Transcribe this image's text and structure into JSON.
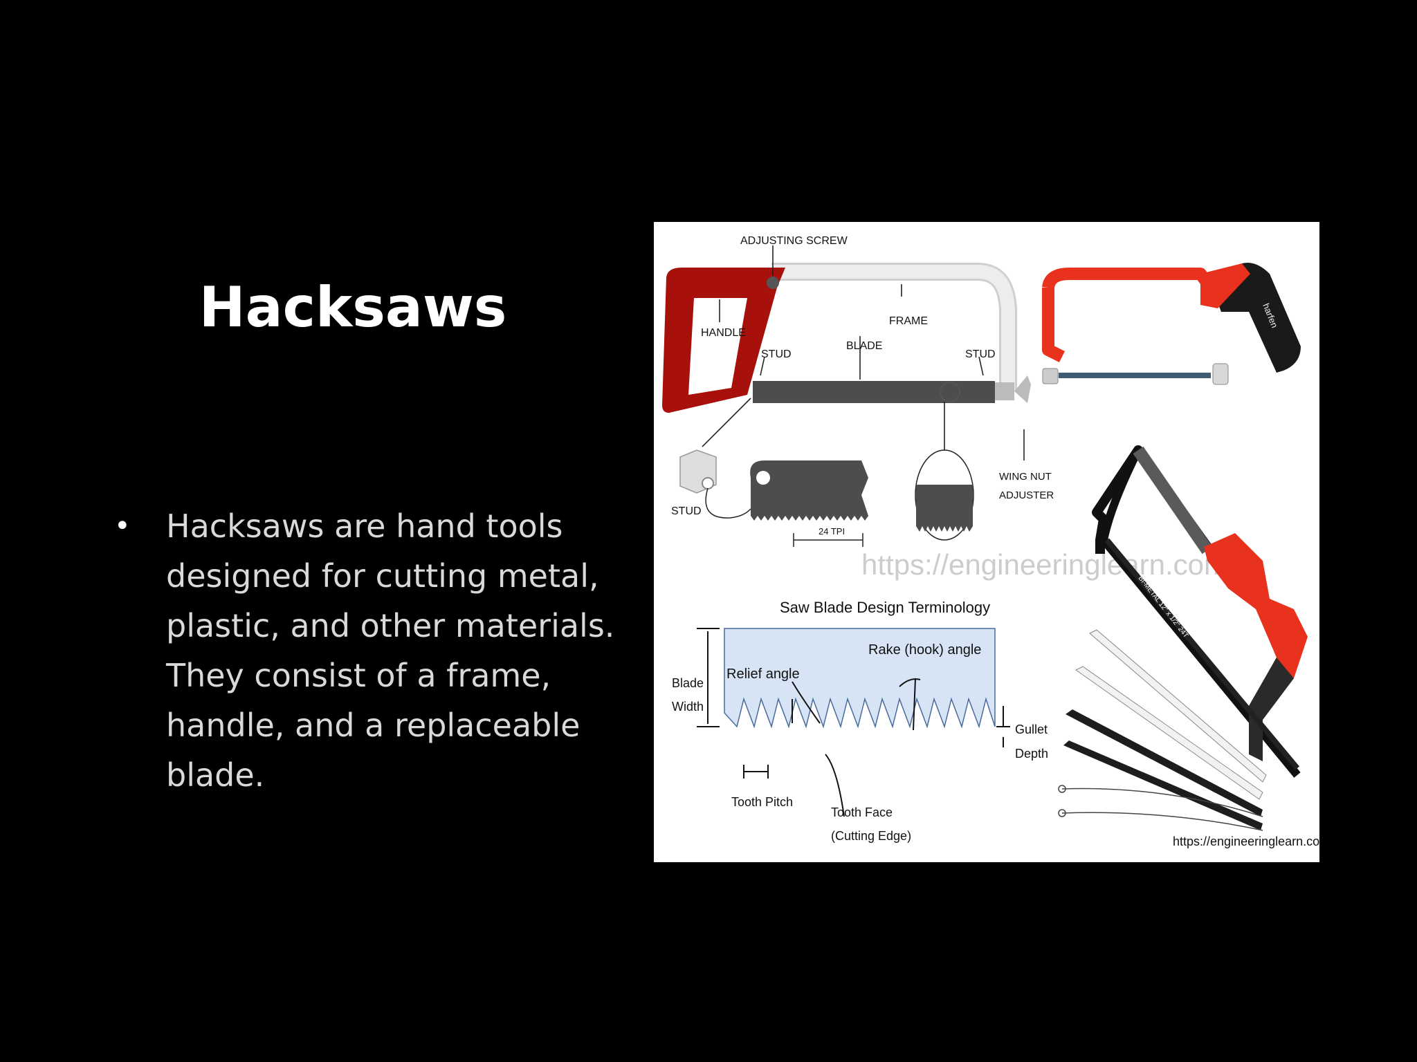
{
  "slide": {
    "title": "Hacksaws",
    "bullets": [
      "Hacksaws are hand tools designed for cutting metal, plastic, and other materials. They consist of a frame, handle, and a replaceable blade."
    ]
  },
  "figure": {
    "labels": {
      "adjusting_screw": "ADJUSTING SCREW",
      "handle": "HANDLE",
      "frame": "FRAME",
      "blade": "BLADE",
      "stud_left": "STUD",
      "stud_right": "STUD",
      "stud_detail": "STUD",
      "wing_nut_line1": "WING NUT",
      "wing_nut_line2": "ADJUSTER",
      "tpi": "24 TPI",
      "terminology_title": "Saw Blade Design Terminology",
      "relief_angle": "Relief angle",
      "rake_angle": "Rake (hook) angle",
      "blade_width_line1": "Blade",
      "blade_width_line2": "Width",
      "gullet_line1": "Gullet",
      "gullet_line2": "Depth",
      "tooth_pitch": "Tooth Pitch",
      "tooth_face_line1": "Tooth Face",
      "tooth_face_line2": "(Cutting Edge)",
      "brand": "harfen",
      "blade_marking": "BI-METAL 12\" x 1/2\" 24T",
      "watermark": "https://engineeringlearn.com",
      "credit": "https://engineeringlearn.com"
    },
    "colors": {
      "handle_dark_red": "#a8100c",
      "handle_bright_red": "#e8321e",
      "frame_gray": "#e6e6e6",
      "blade_gray": "#4d4d4d",
      "diagram_blue": "#d6e4f5",
      "handle_black": "#1a1a1a"
    }
  }
}
